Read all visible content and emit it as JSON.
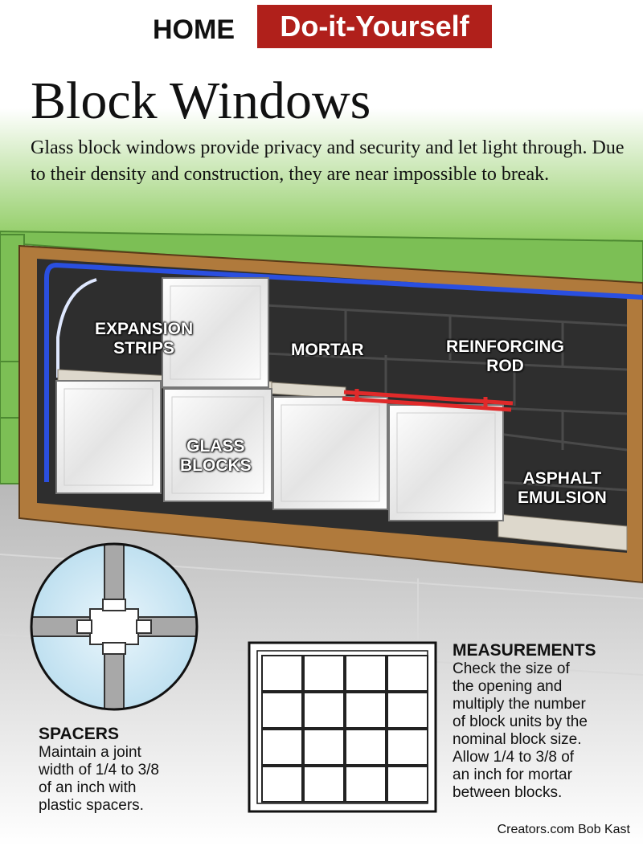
{
  "header": {
    "home": "HOME",
    "section": "Do-it-Yourself"
  },
  "title": "Block Windows",
  "intro": "Glass block windows provide privacy and security and let light through. Due to their density and construction, they are near impossible to break.",
  "labels": {
    "expansion_strips": [
      "EXPANSION",
      "STRIPS"
    ],
    "mortar": "MORTAR",
    "reinforcing_rod": [
      "REINFORCING",
      "ROD"
    ],
    "glass_blocks": [
      "GLASS",
      "BLOCKS"
    ],
    "asphalt_emulsion": [
      "ASPHALT",
      "EMULSION"
    ]
  },
  "spacers": {
    "heading": "SPACERS",
    "body": [
      "Maintain a joint",
      "width of 1/4 to 3/8",
      "of an inch with",
      "plastic spacers."
    ]
  },
  "measurements": {
    "heading": "MEASUREMENTS",
    "body": [
      "Check the size of",
      "the opening and",
      "multiply the number",
      "of block units by the",
      "nominal block size.",
      "Allow 1/4 to 3/8 of",
      "an inch for mortar",
      "between blocks."
    ]
  },
  "credit": "Creators.com Bob Kast",
  "colors": {
    "accent_red": "#b0201b",
    "wall_green": "#7cbf55",
    "frame_brown": "#b07a3c",
    "rod_red": "#e02a2a",
    "strip_blue": "#2a4fe0"
  }
}
